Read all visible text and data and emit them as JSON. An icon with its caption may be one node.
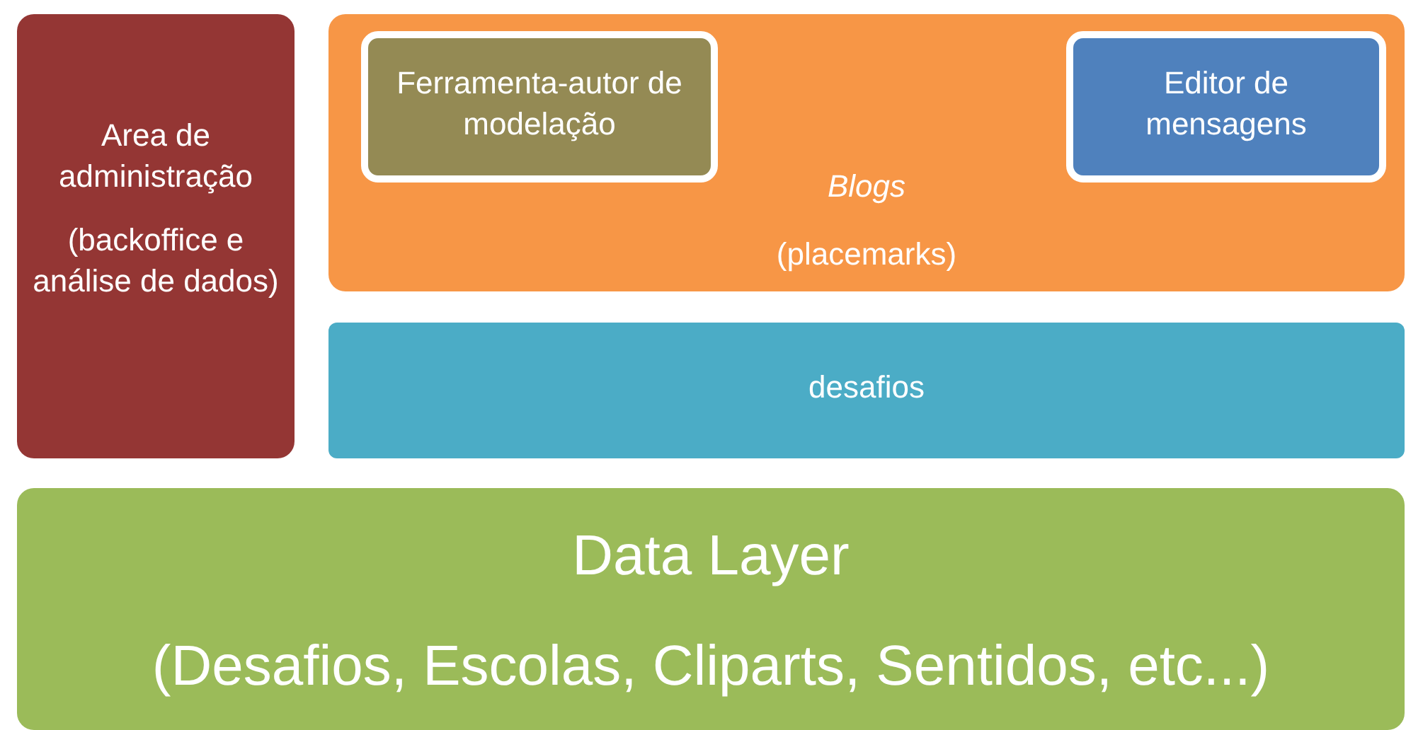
{
  "diagram": {
    "nodes": [
      {
        "text": [
          "Area de administração",
          "(backoffice e análise de dados)"
        ]
      },
      {
        "text": [
          "Blogs",
          "(placemarks)"
        ]
      },
      {
        "text": [
          "Ferramenta-autor de modelação"
        ],
        "in": 1
      },
      {
        "text": [
          "Editor de mensagens"
        ],
        "in": 1
      },
      {
        "text": [
          "desafios"
        ]
      },
      {
        "text": [
          "Data Layer",
          "(Desafios, Escolas, Cliparts, Sentidos, etc...)"
        ]
      }
    ]
  }
}
